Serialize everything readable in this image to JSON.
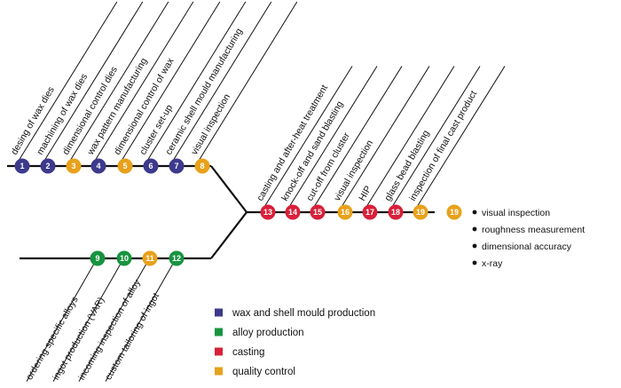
{
  "colors": {
    "wax": "#3d3a8c",
    "alloy": "#17943f",
    "casting": "#d9203a",
    "quality": "#e8a11a",
    "line": "#111111"
  },
  "steps": [
    {
      "n": "1",
      "label": "desing of wax dies",
      "cat": "wax"
    },
    {
      "n": "2",
      "label": "machining of wax dies",
      "cat": "wax"
    },
    {
      "n": "3",
      "label": "dimensional control dies",
      "cat": "quality"
    },
    {
      "n": "4",
      "label": "wax pattern manufacturing",
      "cat": "wax"
    },
    {
      "n": "5",
      "label": "dimensional control of wax",
      "cat": "quality"
    },
    {
      "n": "6",
      "label": "cluster set-up",
      "cat": "wax"
    },
    {
      "n": "7",
      "label": "ceramic shell mould manufacturing",
      "cat": "wax"
    },
    {
      "n": "8",
      "label": "visual inspection",
      "cat": "quality"
    },
    {
      "n": "9",
      "label": "ordering specific alloys",
      "cat": "alloy"
    },
    {
      "n": "10",
      "label": "ingot production (VAR)",
      "cat": "alloy"
    },
    {
      "n": "11",
      "label": "incoming inspection of alloy",
      "cat": "quality"
    },
    {
      "n": "12",
      "label": "custom tailoring of ingot",
      "cat": "alloy"
    },
    {
      "n": "13",
      "label": "casting and after-heat treatment",
      "cat": "casting"
    },
    {
      "n": "14",
      "label": "knock-off and sand blasting",
      "cat": "casting"
    },
    {
      "n": "15",
      "label": "cut-off from cluster",
      "cat": "casting"
    },
    {
      "n": "16",
      "label": "visual inspection",
      "cat": "quality"
    },
    {
      "n": "17",
      "label": "HIP",
      "cat": "casting"
    },
    {
      "n": "18",
      "label": "glass bead blasting",
      "cat": "casting"
    },
    {
      "n": "19",
      "label": "inspection of final cast product",
      "cat": "quality"
    },
    {
      "n": "19",
      "label": "",
      "cat": "quality"
    }
  ],
  "final_inspection": {
    "items": [
      "visual inspection",
      "roughness measurement",
      "dimensional accuracy",
      "x-ray"
    ]
  },
  "legend": [
    {
      "label": "wax and shell mould production",
      "cat": "wax"
    },
    {
      "label": "alloy production",
      "cat": "alloy"
    },
    {
      "label": "casting",
      "cat": "casting"
    },
    {
      "label": "quality control",
      "cat": "quality"
    }
  ]
}
